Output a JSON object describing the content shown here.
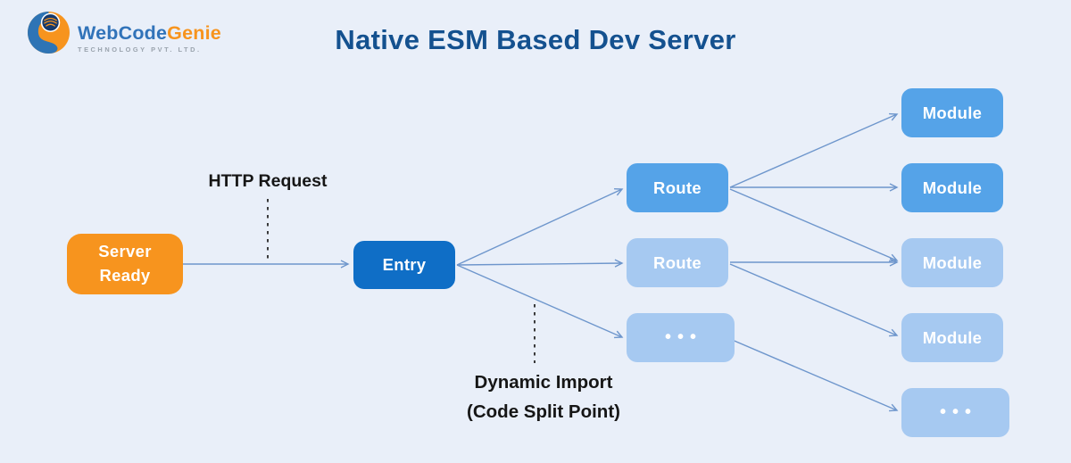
{
  "logo": {
    "brand_primary": "WebCode",
    "brand_secondary": "Genie",
    "tagline": "TECHNOLOGY PVT. LTD."
  },
  "title": "Native ESM Based Dev Server",
  "labels": {
    "http_request": "HTTP Request",
    "dynamic_import_line1": "Dynamic Import",
    "dynamic_import_line2": "(Code Split Point)"
  },
  "nodes": {
    "server_ready": {
      "line1": "Server",
      "line2": "Ready"
    },
    "entry": {
      "label": "Entry"
    },
    "route_1": {
      "label": "Route"
    },
    "route_2": {
      "label": "Route"
    },
    "more_routes": {
      "label": "•••"
    },
    "module_1": {
      "label": "Module"
    },
    "module_2": {
      "label": "Module"
    },
    "module_3": {
      "label": "Module"
    },
    "module_4": {
      "label": "Module"
    },
    "more_modules": {
      "label": "•••"
    }
  },
  "edges": [
    {
      "from": "server_ready",
      "to": "entry",
      "label": "HTTP Request"
    },
    {
      "from": "entry",
      "to": "route_1"
    },
    {
      "from": "entry",
      "to": "route_2"
    },
    {
      "from": "entry",
      "to": "more_routes",
      "label": "Dynamic Import (Code Split Point)"
    },
    {
      "from": "route_1",
      "to": "module_1"
    },
    {
      "from": "route_1",
      "to": "module_2"
    },
    {
      "from": "route_1",
      "to": "module_3"
    },
    {
      "from": "route_2",
      "to": "module_3"
    },
    {
      "from": "route_2",
      "to": "module_4"
    },
    {
      "from": "more_routes",
      "to": "more_modules"
    }
  ],
  "colors": {
    "background": "#E9EFF9",
    "orange": "#F7941E",
    "entry_blue": "#0F6EC6",
    "mid_blue": "#55A3E8",
    "light_blue": "#A6C9F1",
    "arrow": "#6E96CC",
    "title_blue": "#14518F",
    "logo_blue": "#3173B9",
    "tagline_gray": "#9AA3AD",
    "note_black": "#161616"
  }
}
